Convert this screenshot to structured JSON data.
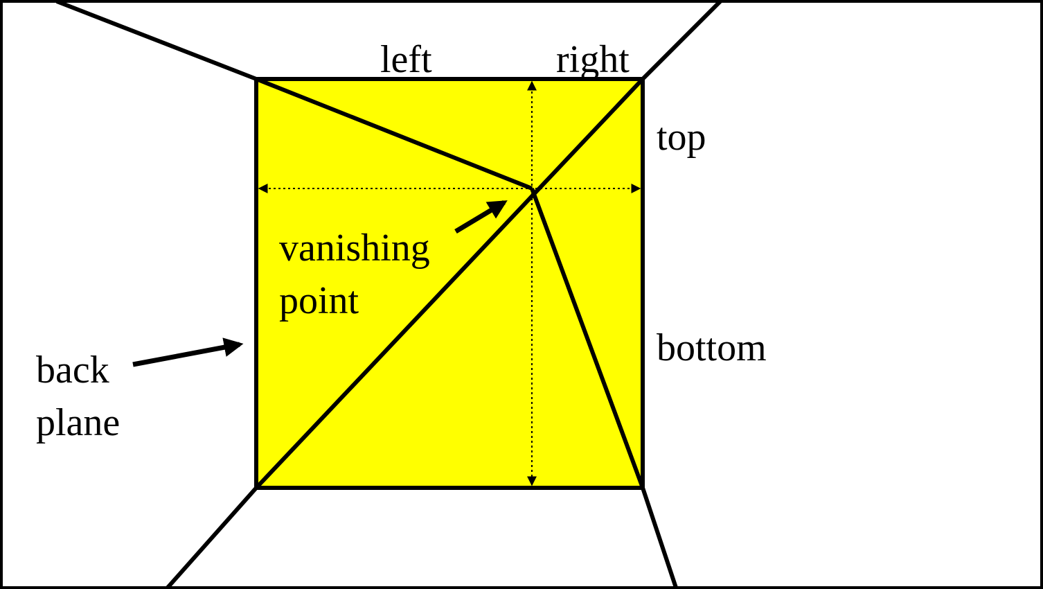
{
  "labels": {
    "left": "left",
    "right": "right",
    "top": "top",
    "bottom": "bottom",
    "vanishing_point_line1": "vanishing",
    "vanishing_point_line2": "point",
    "back_plane_line1": "back",
    "back_plane_line2": "plane"
  },
  "colors": {
    "back_plane_fill": "#ffff00",
    "line": "#000000",
    "background": "#ffffff"
  }
}
